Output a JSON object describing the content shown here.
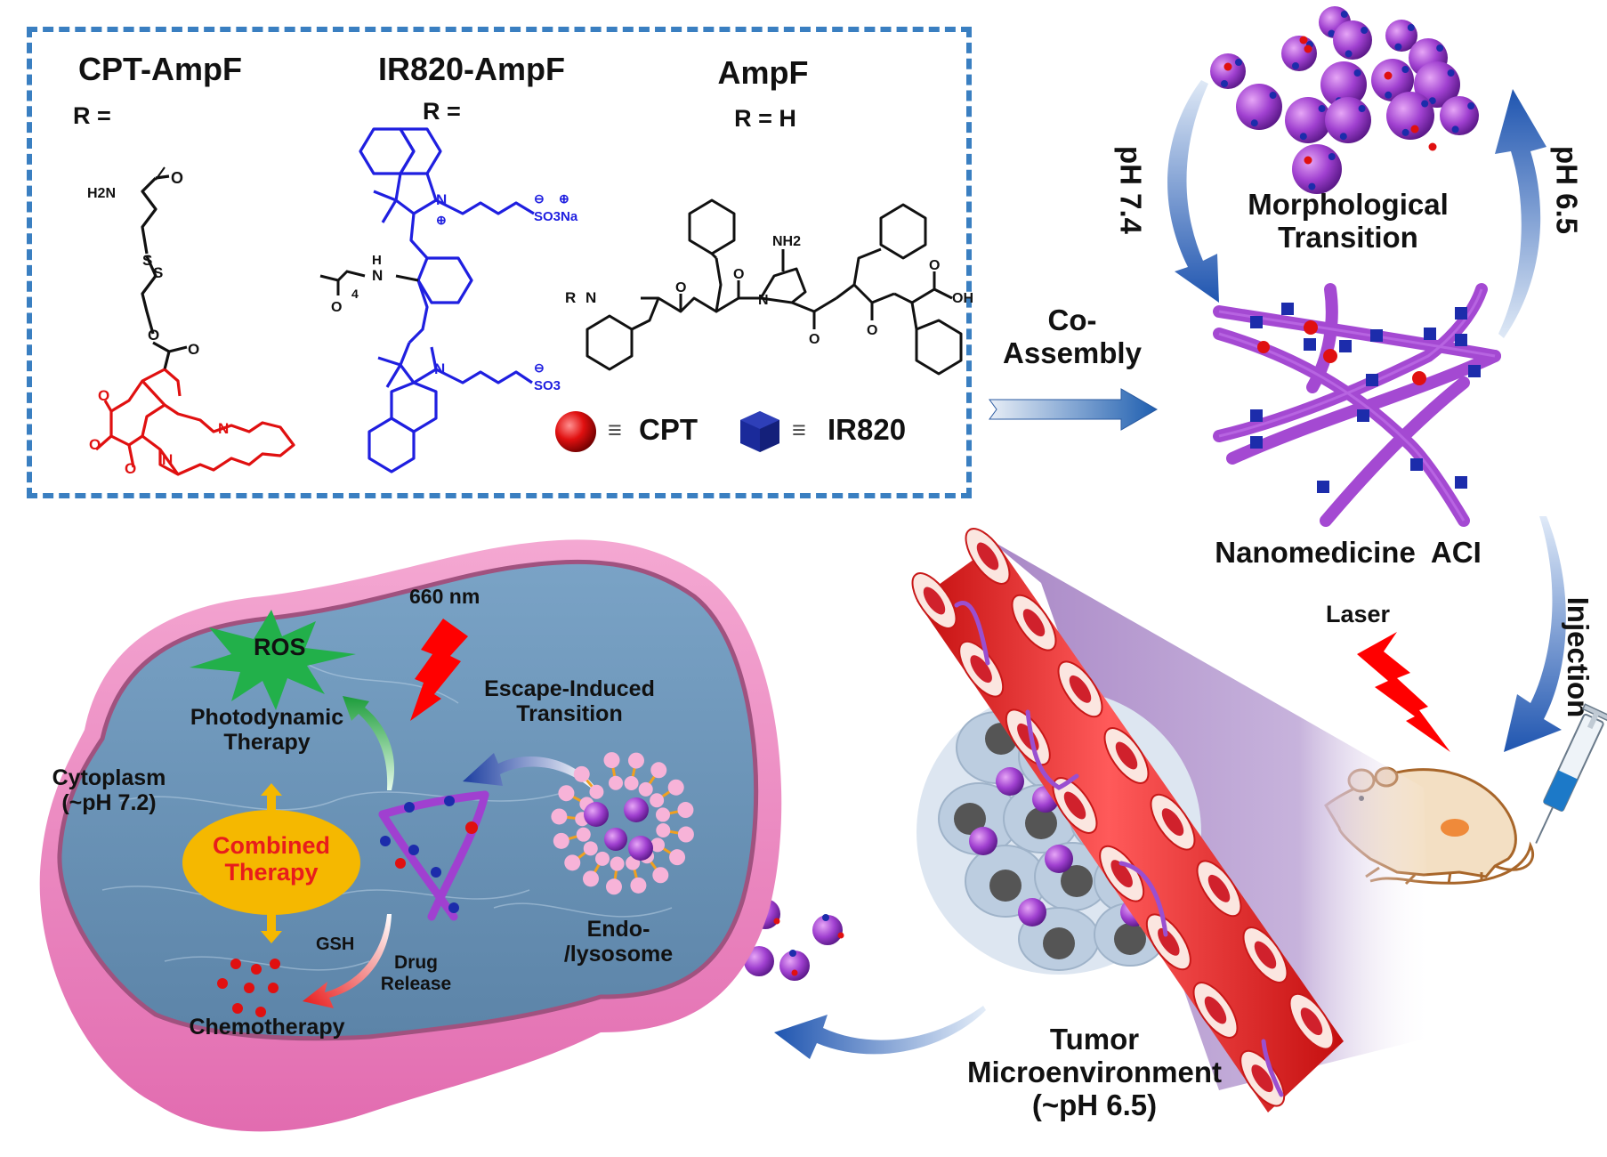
{
  "legend_box": {
    "compounds": [
      {
        "name": "CPT-AmpF",
        "r_label": "R ="
      },
      {
        "name": "IR820-AmpF",
        "r_label": "R ="
      },
      {
        "name": "AmpF",
        "r_label": "R = H"
      }
    ],
    "cpt_struct_labels": {
      "h2n": "H2N",
      "o": "O",
      "s": "S",
      "n": "N"
    },
    "ir820_struct_labels": {
      "so3na": "SO3Na",
      "so3": "SO3",
      "n": "N",
      "nh": "H\nN",
      "sub4": "4",
      "o": "O"
    },
    "ampf_struct_labels": {
      "r": "R",
      "nh2": "NH2",
      "oh": "OH",
      "n": "N",
      "h": "H",
      "o": "O"
    },
    "legend_items": [
      {
        "symbol": "red-sphere",
        "equiv": "≡",
        "label": "CPT",
        "color": "#e01010"
      },
      {
        "symbol": "blue-cube",
        "equiv": "≡",
        "label": "IR820",
        "color": "#1a2a9a"
      }
    ]
  },
  "flow": {
    "co_assembly": [
      "Co-",
      "Assembly"
    ],
    "ph_down": "pH 7.4",
    "ph_up": "pH 6.5",
    "morph": [
      "Morphological",
      "Transition"
    ],
    "nanomedicine": "Nanomedicine  ACI",
    "laser": "Laser",
    "injection": "Injection",
    "tumor": [
      "Tumor",
      "Microenvironment",
      "(~pH 6.5)"
    ]
  },
  "cell": {
    "wavelength": "660 nm",
    "ros": "ROS",
    "pdt": [
      "Photodynamic",
      "Therapy"
    ],
    "cytoplasm": [
      "Cytoplasm",
      "(~pH 7.2)"
    ],
    "combined": [
      "Combined",
      "Therapy"
    ],
    "escape": [
      "Escape-Induced",
      "Transition"
    ],
    "gsh": "GSH",
    "drug_release": [
      "Drug",
      "Release"
    ],
    "endo": [
      "Endo-",
      "/lysosome"
    ],
    "chemo": "Chemotherapy"
  },
  "colors": {
    "dash_border": "#3a7fc1",
    "cpt_red": "#e01010",
    "ir820_blue": "#1f1fe0",
    "nano_purple": "#a040d0",
    "arrow_blue": "#2a62c0",
    "vessel_red": "#e41818",
    "ros_green": "#22b04a",
    "combined_yellow": "#f5b800",
    "cell_blue": "#6a94b8",
    "membrane_pink": "#e48ac0"
  }
}
